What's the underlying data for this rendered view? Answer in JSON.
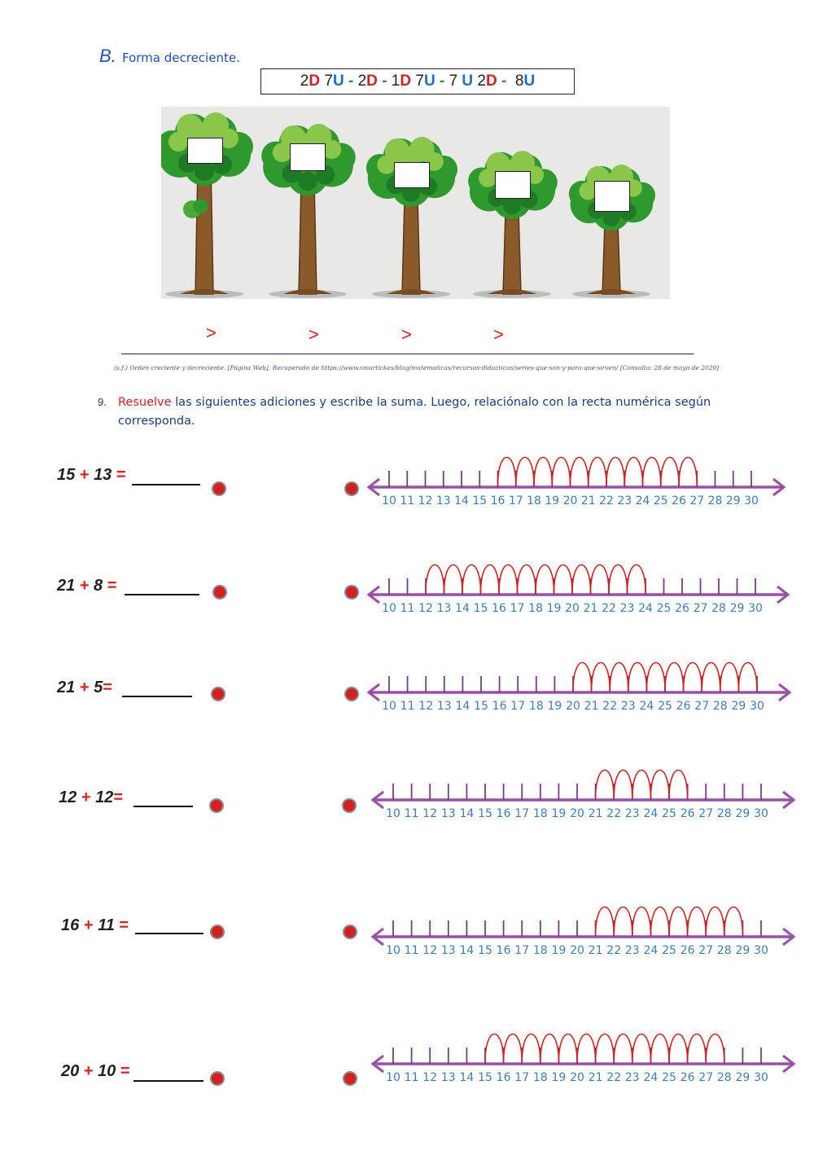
{
  "section_b": {
    "letter": "B.",
    "title": "Forma decreciente."
  },
  "code_sequence": [
    {
      "t": "2",
      "c": "n"
    },
    {
      "t": "D",
      "c": "d"
    },
    {
      "t": " 7",
      "c": "n"
    },
    {
      "t": "U",
      "c": "u"
    },
    {
      "t": " - ",
      "c": "s"
    },
    {
      "t": "2",
      "c": "n"
    },
    {
      "t": "D",
      "c": "d"
    },
    {
      "t": " - ",
      "c": "s"
    },
    {
      "t": "1",
      "c": "n"
    },
    {
      "t": "D",
      "c": "d"
    },
    {
      "t": " 7",
      "c": "n"
    },
    {
      "t": "U",
      "c": "u"
    },
    {
      "t": " - ",
      "c": "s"
    },
    {
      "t": "7 ",
      "c": "n"
    },
    {
      "t": "U",
      "c": "u"
    },
    {
      "t": " 2",
      "c": "n"
    },
    {
      "t": "D",
      "c": "d"
    },
    {
      "t": " -  ",
      "c": "s"
    },
    {
      "t": "8",
      "c": "n"
    },
    {
      "t": "U",
      "c": "u"
    }
  ],
  "comparison_symbols": [
    ">",
    ">",
    ">",
    ">"
  ],
  "citation": "(s.f.) Orden creciente y decreciente. [Página Web]. Recuperado de https://www.smartickes/blog/matematicas/recursos-didacticos/series-que-son-y-para-que-sirven/ [Consulta: 28 de mayo de 2020]",
  "exercise": {
    "number": "9.",
    "instruction_highlight": "Resuelve",
    "instruction_line1": " las siguientes adiciones y escribe la suma. Luego, relaciónalo con la recta numérica según",
    "instruction_line2": "corresponda."
  },
  "equations": [
    {
      "a": "15",
      "op": "+",
      "b": "13",
      "eq": "="
    },
    {
      "a": "21",
      "op": "+",
      "b": " 8",
      "eq": "="
    },
    {
      "a": "21",
      "op": "+",
      "b": "5",
      "eq": "="
    },
    {
      "a": "12",
      "op": "+",
      "b": "12",
      "eq": "="
    },
    {
      "a": "16",
      "op": "+",
      "b": "11",
      "eq": "="
    },
    {
      "a": "20",
      "op": "+",
      "b": "10",
      "eq": "="
    }
  ],
  "number_lines": [
    {
      "labels": [
        "10",
        "11",
        "12",
        "13",
        "14",
        "15",
        "16",
        "17",
        "18",
        "19",
        "20",
        "21",
        "22",
        "23",
        "24",
        "25",
        "26",
        "27",
        "28",
        "29",
        "30"
      ],
      "jump_start": 16,
      "jump_end": 27
    },
    {
      "labels": [
        "10",
        "11",
        "12",
        "13",
        "14",
        "15",
        "16",
        "17",
        "18",
        "19",
        "20",
        "21",
        "22",
        "23",
        "24",
        "25",
        "26",
        "27",
        "28",
        "29",
        "30"
      ],
      "jump_start": 12,
      "jump_end": 24
    },
    {
      "labels": [
        "10",
        "11",
        "12",
        "13",
        "14",
        "15",
        "16",
        "17",
        "18",
        "19",
        "20",
        "21",
        "22",
        "23",
        "24",
        "25",
        "26",
        "27",
        "28",
        "29",
        "30"
      ],
      "jump_start": 20,
      "jump_end": 30
    },
    {
      "labels": [
        "10",
        "11",
        "12",
        "13",
        "14",
        "15",
        "16",
        "17",
        "18",
        "19",
        "20",
        "21",
        "22",
        "23",
        "24",
        "25",
        "26",
        "27",
        "28",
        "29",
        "30"
      ],
      "jump_start": 21,
      "jump_end": 26
    },
    {
      "labels": [
        "10",
        "11",
        "12",
        "13",
        "14",
        "15",
        "16",
        "17",
        "18",
        "19",
        "20",
        "21",
        "22",
        "23",
        "24",
        "25",
        "26",
        "27",
        "28",
        "29",
        "30"
      ],
      "jump_start": 21,
      "jump_end": 29
    },
    {
      "labels": [
        "10",
        "11",
        "12",
        "13",
        "14",
        "15",
        "16",
        "17",
        "18",
        "19",
        "20",
        "21",
        "22",
        "23",
        "24",
        "25",
        "26",
        "27",
        "28",
        "29",
        "30"
      ],
      "jump_start": 15,
      "jump_end": 28
    }
  ],
  "colors": {
    "line": "#9b4fa8",
    "ticks": "#7a3a8a",
    "labels": "#3a7fc0",
    "arcs": "#d62020",
    "dot": "#d62020"
  }
}
